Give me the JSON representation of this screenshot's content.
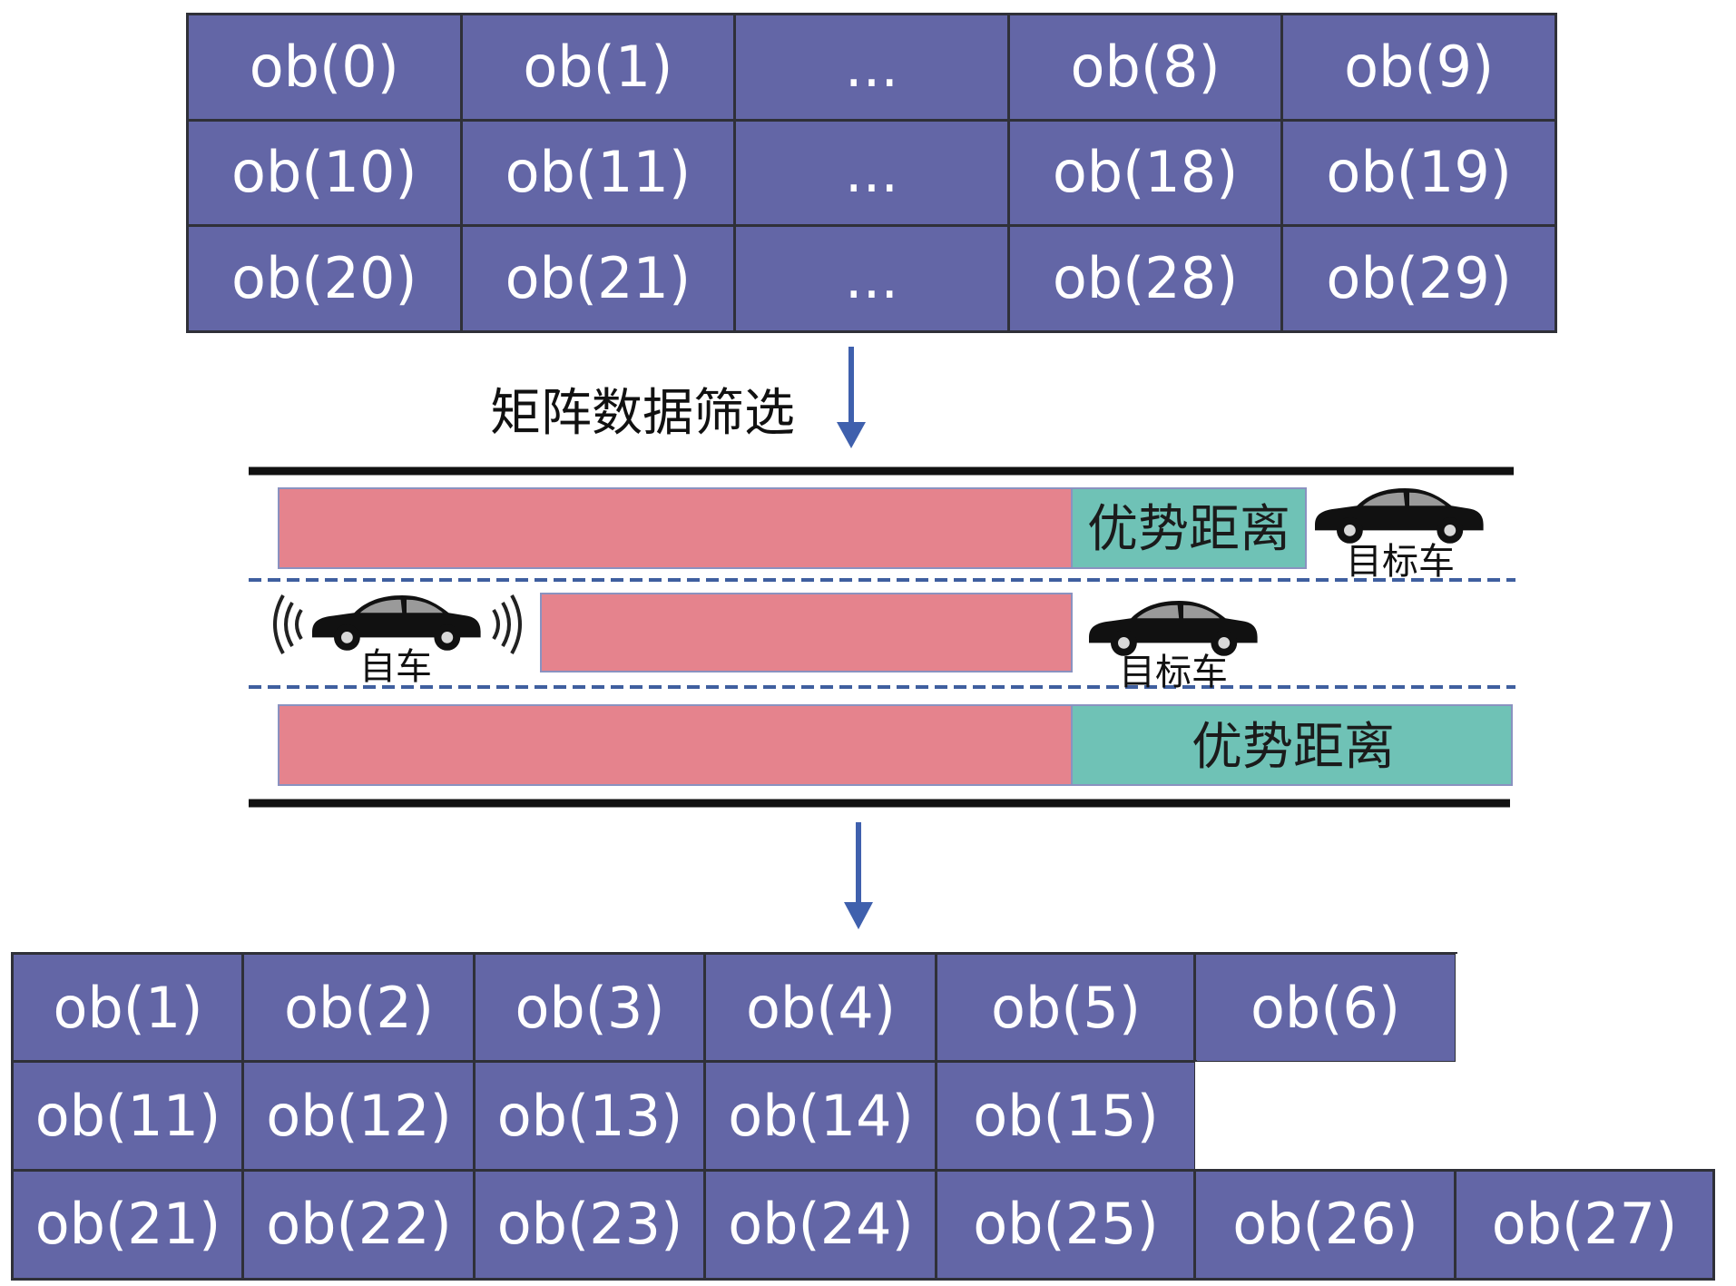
{
  "top_matrix": {
    "rows": [
      [
        "ob(0)",
        "ob(1)",
        "...",
        "ob(8)",
        "ob(9)"
      ],
      [
        "ob(10)",
        "ob(11)",
        "...",
        "ob(18)",
        "ob(19)"
      ],
      [
        "ob(20)",
        "ob(21)",
        "...",
        "ob(28)",
        "ob(29)"
      ]
    ]
  },
  "filter_step": {
    "label": "矩阵数据筛选"
  },
  "road": {
    "advantage_label_top": "优势距离",
    "advantage_label_bottom": "优势距离",
    "target_car_top": "目标车",
    "target_car_middle": "目标车",
    "ego_car": "自车"
  },
  "bottom_matrix": {
    "rows": [
      [
        "ob(1)",
        "ob(2)",
        "ob(3)",
        "ob(4)",
        "ob(5)",
        "ob(6)",
        ""
      ],
      [
        "ob(11)",
        "ob(12)",
        "ob(13)",
        "ob(14)",
        "ob(15)",
        "",
        ""
      ],
      [
        "ob(21)",
        "ob(22)",
        "ob(23)",
        "ob(24)",
        "ob(25)",
        "ob(26)",
        "ob(27)"
      ]
    ]
  },
  "colors": {
    "cell_fill": "#6366a6",
    "occupied_bar": "#e5838d",
    "advantage_bar": "#6fc2b6",
    "arrow": "#3f60ad",
    "lane_dash": "#3f5f9f"
  }
}
